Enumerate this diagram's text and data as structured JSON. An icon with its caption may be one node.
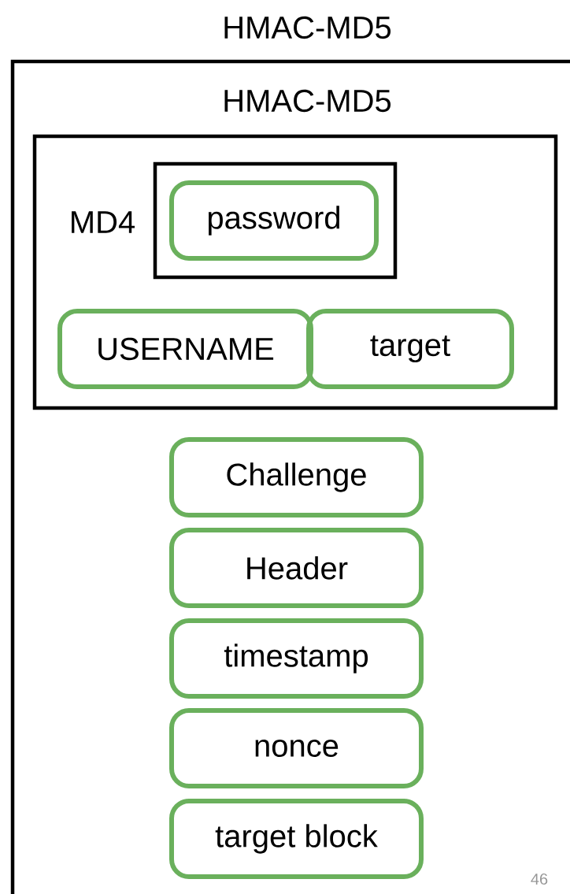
{
  "diagram": {
    "nodes": [
      {
        "text": [
          "HMAC-MD5"
        ]
      },
      {
        "text": [
          "HMAC-MD5"
        ],
        "in": 0
      },
      {
        "text": [
          "MD4"
        ],
        "in": 1
      },
      {
        "text": [
          "password"
        ],
        "in": 2
      },
      {
        "text": [
          "USERNAME"
        ],
        "in": 1
      },
      {
        "text": [
          "target"
        ],
        "in": 1
      },
      {
        "text": [
          "Challenge"
        ],
        "in": 0
      },
      {
        "text": [
          "Header"
        ],
        "in": 0
      },
      {
        "text": [
          "timestamp"
        ],
        "in": 0
      },
      {
        "text": [
          "nonce"
        ],
        "in": 0
      },
      {
        "text": [
          "target block"
        ],
        "in": 0
      }
    ],
    "labels": [
      "46"
    ]
  }
}
